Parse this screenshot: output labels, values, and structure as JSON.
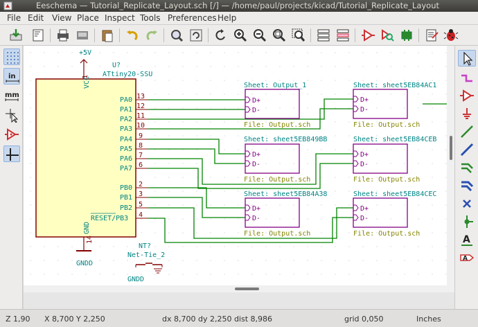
{
  "window": {
    "title": "Eeschema — Tutorial_Replicate_Layout.sch [/] — /home/paul/projects/kicad/Tutorial_Replicate_Layout"
  },
  "menu": [
    "File",
    "Edit",
    "View",
    "Place",
    "Inspect",
    "Tools",
    "Preferences",
    "Help"
  ],
  "schematic": {
    "component": {
      "ref": "U?",
      "value": "ATtiny20-SSU",
      "power_top": "+5V",
      "power_top_pin": "1",
      "vcc_label": "VCC",
      "gnd_label": "GND",
      "gnd_pin": "14",
      "ground_symbol": "GNDD",
      "pins": [
        {
          "name": "PA0",
          "number": "13"
        },
        {
          "name": "PA1",
          "number": "12"
        },
        {
          "name": "PA2",
          "number": "11"
        },
        {
          "name": "PA3",
          "number": "10"
        },
        {
          "name": "PA4",
          "number": "9"
        },
        {
          "name": "PA5",
          "number": "8"
        },
        {
          "name": "PA6",
          "number": "7"
        },
        {
          "name": "PA7",
          "number": "6"
        },
        {
          "name": "PB0",
          "number": "2"
        },
        {
          "name": "PB1",
          "number": "3"
        },
        {
          "name": "PB2",
          "number": "5"
        },
        {
          "name": "RESET/PB3",
          "number": "4"
        }
      ]
    },
    "net_tie": {
      "ref": "NT?",
      "value": "Net-Tie_2",
      "ground": "GNDD"
    },
    "sheets": [
      {
        "name": "Sheet: Output_1",
        "file": "File: Output.sch",
        "pin_plus": "D+",
        "pin_minus": "D-"
      },
      {
        "name": "Sheet: sheet5EB84AC1",
        "file": "File: Output.sch",
        "pin_plus": "D+",
        "pin_minus": "D-"
      },
      {
        "name": "Sheet: sheet5EB849BB",
        "file": "File: Output.sch",
        "pin_plus": "D+",
        "pin_minus": "D-"
      },
      {
        "name": "Sheet: sheet5EB84CEB",
        "file": "File: Output.sch",
        "pin_plus": "D+",
        "pin_minus": "D-"
      },
      {
        "name": "Sheet: sheet5EB84A38",
        "file": "File: Output.sch",
        "pin_plus": "D+",
        "pin_minus": "D-"
      },
      {
        "name": "Sheet: sheet5EB84CEC",
        "file": "File: Output.sch",
        "pin_plus": "D+",
        "pin_minus": "D-"
      }
    ]
  },
  "status": {
    "zoom": "Z 1,90",
    "coords": "X 8,700  Y 2,250",
    "delta": "dx 8,700  dy 2,250  dist 8,986",
    "grid": "grid 0,050",
    "units": "Inches"
  },
  "colors": {
    "wire": "#008400",
    "component_body": "#840000",
    "component_fill": "#ffffc2",
    "sheet_border": "#840084",
    "sheet_name": "#008484",
    "sheet_file": "#848400",
    "pin_text": "#008484",
    "grid_dot": "#c0c0c0"
  },
  "icons": {
    "toolbar": [
      "save-icon",
      "page-settings-icon",
      "print-icon",
      "paste-icon",
      "undo-icon",
      "redo-icon",
      "zoom-refresh-icon",
      "redraw-icon",
      "rotate-icon",
      "zoom-in-icon",
      "zoom-out-icon",
      "zoom-fit-icon",
      "zoom-selection-icon",
      "hierarchy-navigator-icon",
      "leave-sheet-icon",
      "symbol-editor-icon",
      "symbol-browser-icon",
      "annotate-icon",
      "erc-icon",
      "netlist-icon",
      "bom-icon"
    ],
    "left": [
      "grid-toggle-icon",
      "units-inches-icon",
      "units-mm-icon",
      "cursor-shape-icon",
      "hidden-pins-icon",
      "wire-angle-icon"
    ],
    "right": [
      "select-arrow-icon",
      "highlight-net-icon",
      "place-symbol-icon",
      "place-power-icon",
      "place-wire-icon",
      "place-bus-icon",
      "wire-bus-entry-icon",
      "bus-bus-entry-icon",
      "no-connect-icon",
      "junction-icon",
      "net-label-icon",
      "global-label-icon"
    ]
  }
}
